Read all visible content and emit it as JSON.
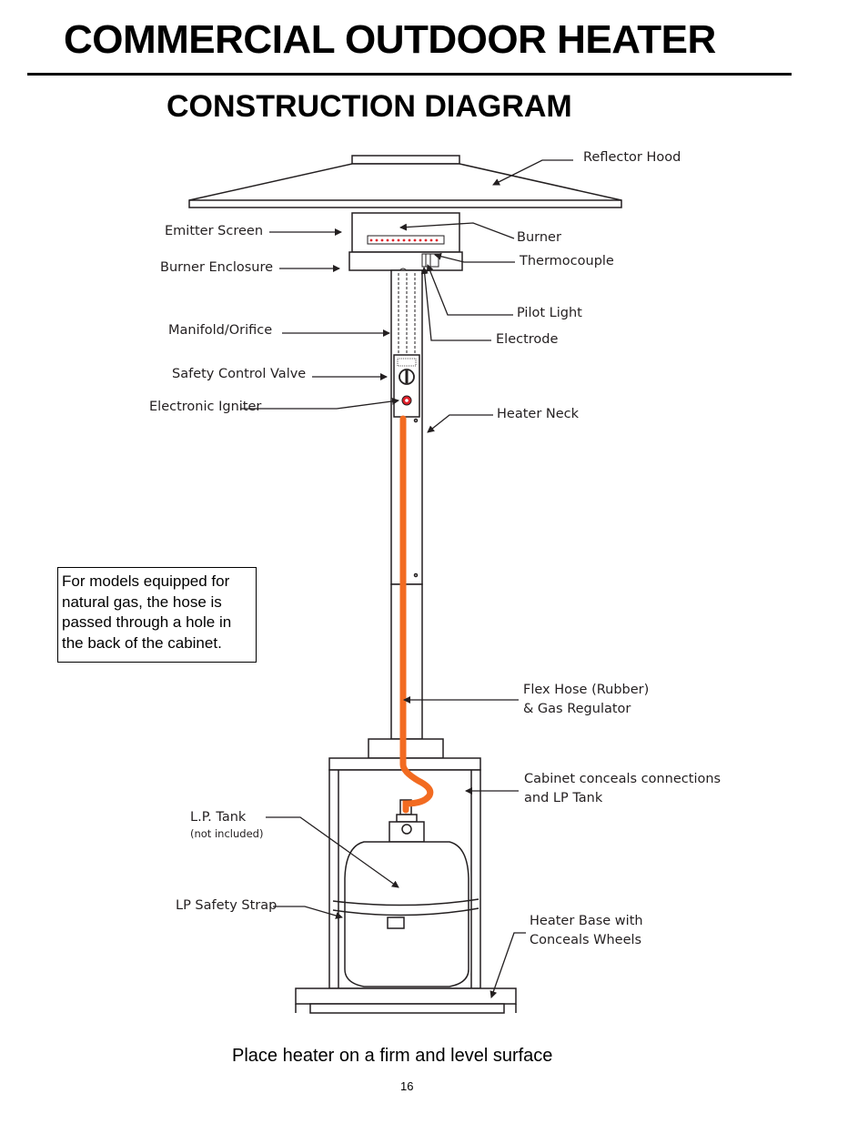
{
  "header": {
    "title": "COMMERCIAL OUTDOOR HEATER",
    "subtitle": "CONSTRUCTION DIAGRAM"
  },
  "labels": {
    "reflector_hood": "Reflector Hood",
    "emitter_screen": "Emitter Screen",
    "burner": "Burner",
    "burner_enclosure": "Burner Enclosure",
    "thermocouple": "Thermocouple",
    "pilot_light": "Pilot Light",
    "manifold_orifice": "Manifold/Orifice",
    "electrode": "Electrode",
    "safety_control_valve": "Safety Control Valve",
    "electronic_igniter": "Electronic Igniter",
    "heater_neck": "Heater Neck",
    "flex_hose_line1": "Flex Hose (Rubber)",
    "flex_hose_line2": "& Gas Regulator",
    "cabinet_line1": "Cabinet conceals connections",
    "cabinet_line2": "and LP Tank",
    "lp_tank": "L.P. Tank",
    "lp_tank_note": "(not included)",
    "lp_safety_strap": "LP Safety Strap",
    "heater_base_line1": "Heater Base with",
    "heater_base_line2": "Conceals Wheels"
  },
  "note": "For models equipped for natural gas, the hose is passed through a hole in the back of the cabinet.",
  "footer": {
    "instruction": "Place heater on a firm and level surface",
    "page_number": "16"
  },
  "colors": {
    "hose": "#f26b21",
    "ink": "#231f20",
    "igniter": "#e0202a"
  }
}
